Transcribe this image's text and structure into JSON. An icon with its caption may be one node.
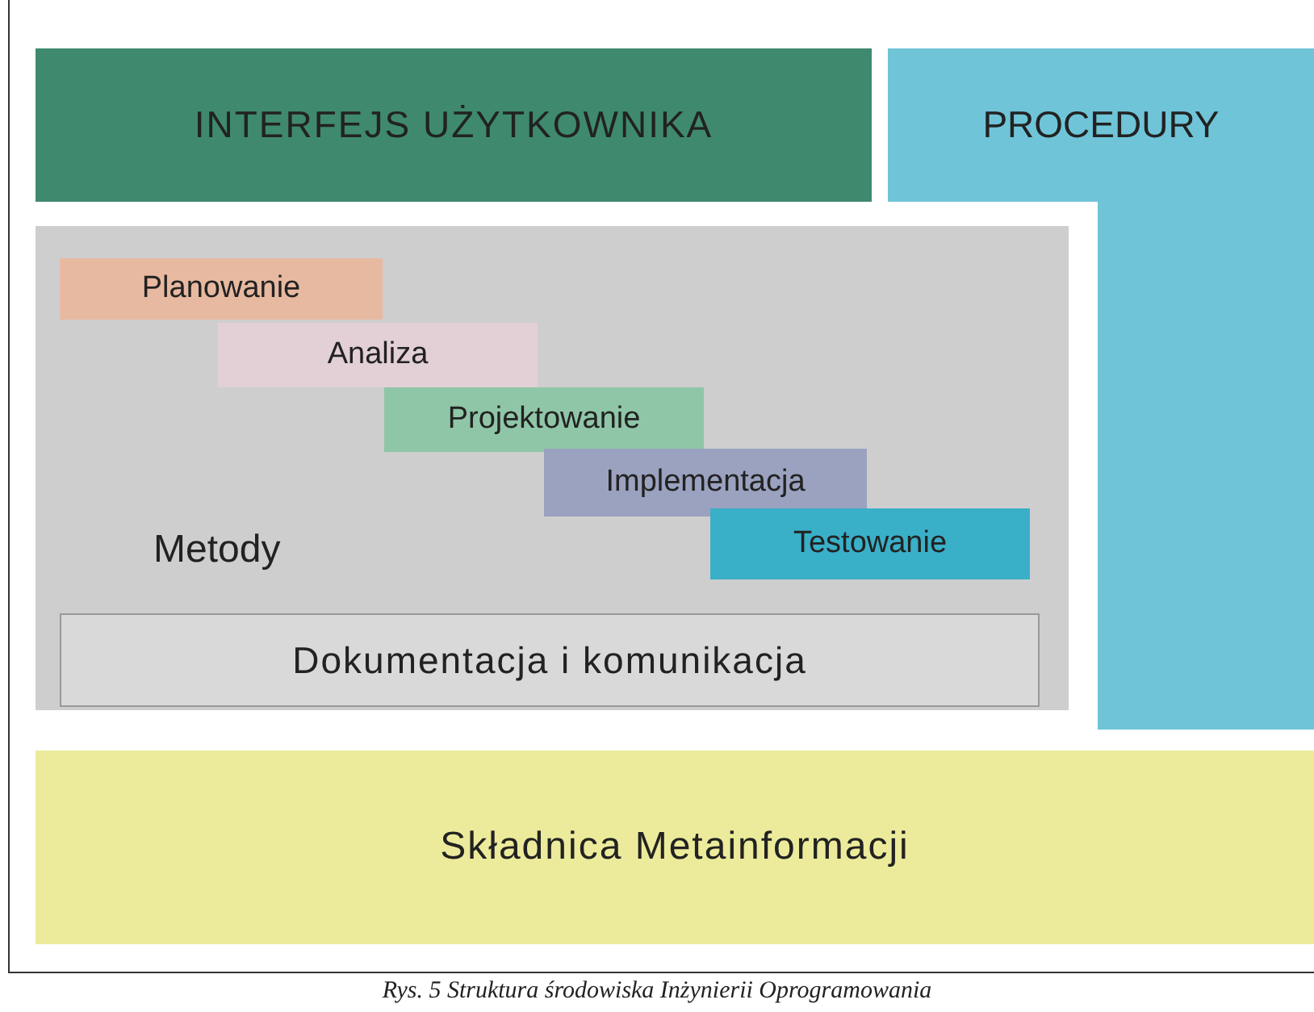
{
  "diagram": {
    "caption": "Rys. 5 Struktura środowiska Inżynierii Oprogramowania",
    "nodes": [
      {
        "text": [
          "INTERFEJS UŻYTKOWNIKA"
        ]
      },
      {
        "text": [
          "PROCEDURY"
        ]
      },
      {
        "text": [
          "Metody"
        ]
      },
      {
        "text": [
          "Planowanie"
        ],
        "in": 2
      },
      {
        "text": [
          "Analiza"
        ],
        "in": 2
      },
      {
        "text": [
          "Projektowanie"
        ],
        "in": 2
      },
      {
        "text": [
          "Implementacja"
        ],
        "in": 2
      },
      {
        "text": [
          "Testowanie"
        ],
        "in": 2
      },
      {
        "text": [
          "Dokumentacja i komunikacja"
        ],
        "in": 2
      },
      {
        "text": [
          "Składnica Metainformacji"
        ]
      }
    ]
  }
}
